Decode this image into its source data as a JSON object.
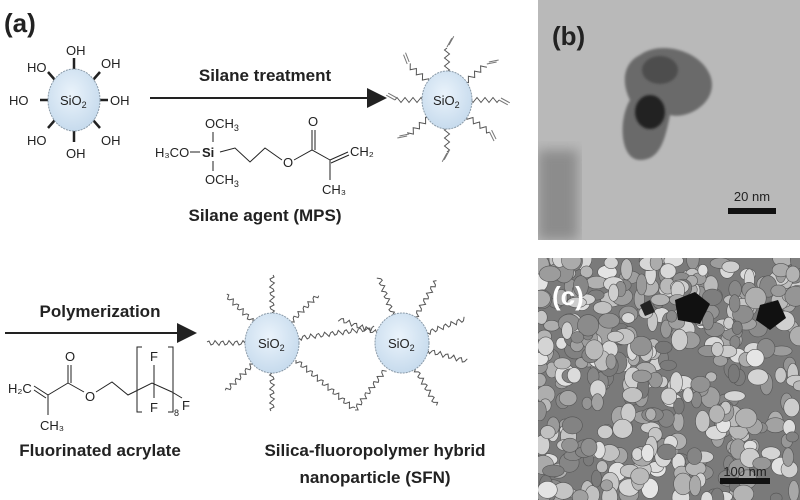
{
  "panel_labels": {
    "a": "(a)",
    "b": "(b)",
    "c": "(c)"
  },
  "particle_label": "SiO",
  "particle_subscript": "2",
  "hydroxyl": "OH",
  "hydroxyl_left": "HO",
  "step1": {
    "label": "Silane treatment",
    "reagent_name": "Silane agent (MPS)",
    "atoms": {
      "och3_top": "OCH",
      "och3_bottom": "OCH",
      "h3co": "H₃CO",
      "si": "Si",
      "o_carbonyl": "O",
      "o_ester": "O",
      "ch2": "CH₂",
      "ch3": "CH₃",
      "sub3": "3"
    }
  },
  "step2": {
    "label": "Polymerization",
    "reagent_name": "Fluorinated acrylate",
    "atoms": {
      "h2c": "H₂C",
      "o_carbonyl": "O",
      "o_ester": "O",
      "ch3": "CH₃",
      "f_top": "F",
      "f_bottom": "F",
      "f_end": "F",
      "repeat": "8"
    }
  },
  "product": {
    "line1": "Silica-fluoropolymer hybrid",
    "line2": "nanoparticle (SFN)"
  },
  "micrograph_b": {
    "scale_label": "20 nm"
  },
  "micrograph_c": {
    "scale_label": "100 nm"
  },
  "colors": {
    "particle_fill": "#d6e6f4",
    "particle_stroke": "#8a9aa8",
    "text": "#222222"
  }
}
